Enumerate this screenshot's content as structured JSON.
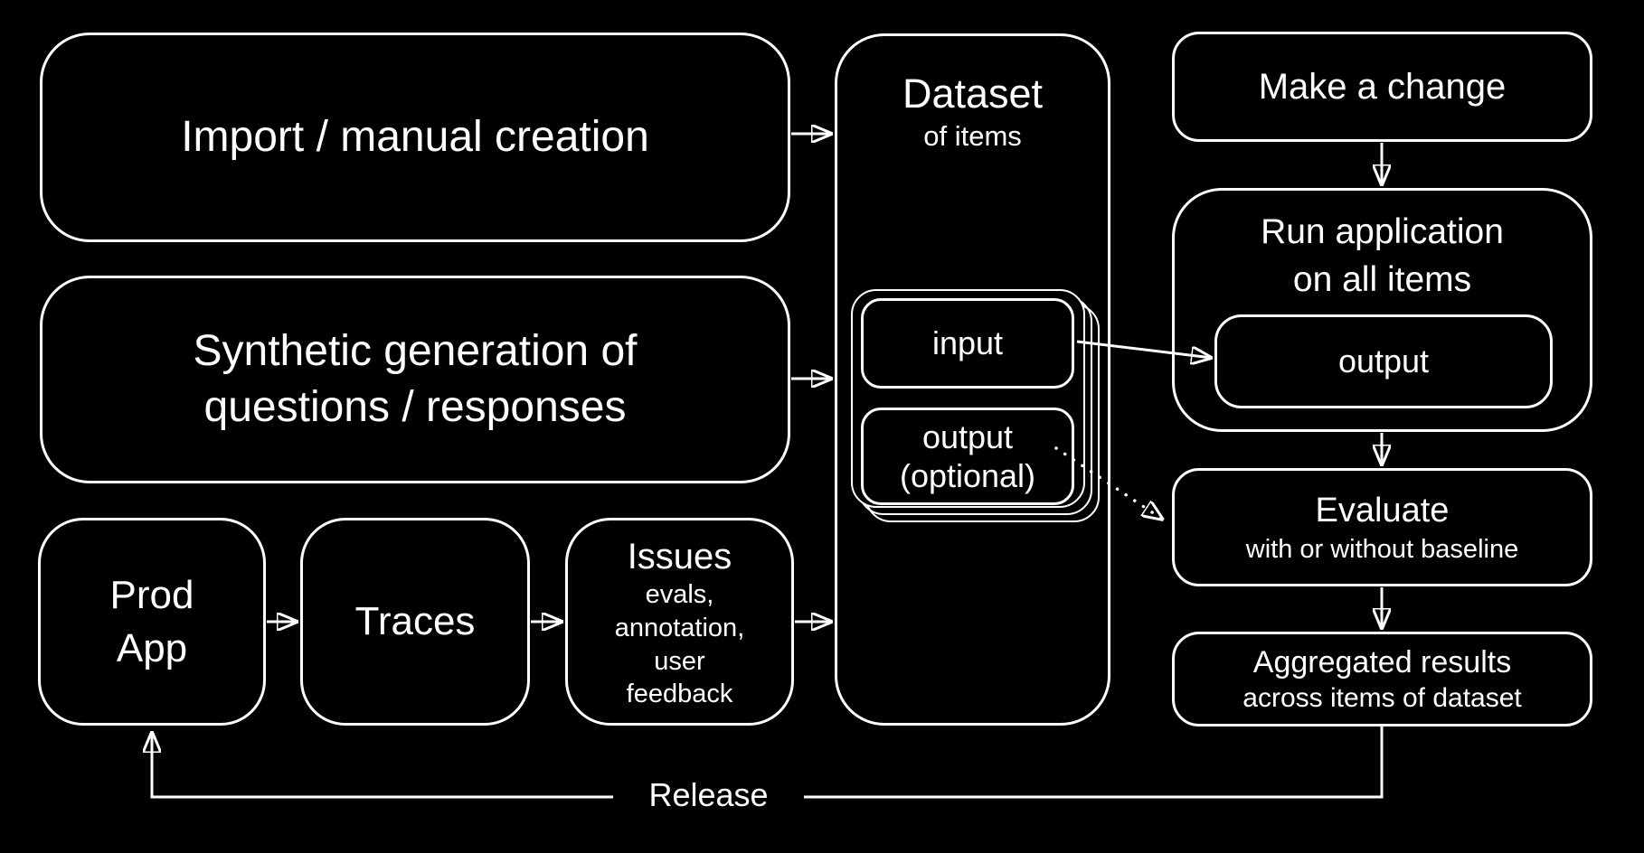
{
  "colors": {
    "background": "#000000",
    "line": "#ffffff",
    "text": "#ffffff"
  },
  "boxes": {
    "import": {
      "title": "Import / manual creation"
    },
    "synthetic": {
      "lines": [
        "Synthetic generation of",
        "questions / responses"
      ]
    },
    "prod_app": {
      "lines": [
        "Prod",
        "App"
      ]
    },
    "traces": {
      "title": "Traces"
    },
    "issues": {
      "title": "Issues",
      "details": [
        "evals,",
        "annotation,",
        "user",
        "feedback"
      ]
    },
    "dataset": {
      "title": "Dataset",
      "subtitle": "of items"
    },
    "item_card": {
      "input": "input",
      "output_lines": [
        "output",
        "(optional)"
      ]
    },
    "make_change": {
      "title": "Make a change"
    },
    "run_app": {
      "lines": [
        "Run application",
        "on all items"
      ],
      "output": "output"
    },
    "evaluate": {
      "title": "Evaluate",
      "subtitle": "with or without baseline"
    },
    "aggregated": {
      "title": "Aggregated results",
      "subtitle": "across items of dataset"
    }
  },
  "labels": {
    "release": "Release"
  }
}
